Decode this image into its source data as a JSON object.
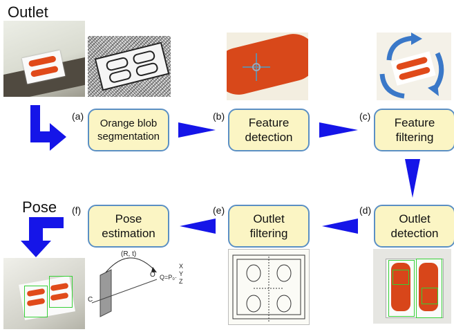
{
  "titles": {
    "outlet": "Outlet",
    "pose": "Pose"
  },
  "stages": {
    "a": {
      "tag": "(a)",
      "label": "Orange blob segmentation"
    },
    "b": {
      "tag": "(b)",
      "label": "Feature detection"
    },
    "c": {
      "tag": "(c)",
      "label": "Feature filtering"
    },
    "d": {
      "tag": "(d)",
      "label": "Outlet detection"
    },
    "e": {
      "tag": "(e)",
      "label": "Outlet filtering"
    },
    "f": {
      "tag": "(f)",
      "label": "Pose estimation"
    }
  },
  "sketch": {
    "rt": "(R, t)",
    "c": "C",
    "o": "O",
    "eq": "Q=P₀·",
    "mat": "X Y Z"
  },
  "colors": {
    "arrow_blue": "#1515e8",
    "box_fill": "#fbf5c4",
    "box_border": "#5a8fc4",
    "blob_orange": "#e04a1a",
    "detect_green": "#35d035",
    "rotate_blue": "#3a78c8"
  }
}
